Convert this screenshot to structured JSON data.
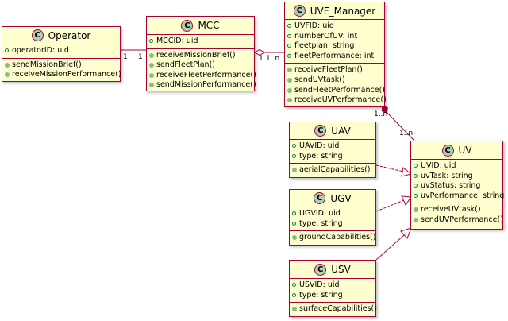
{
  "classes": {
    "operator": {
      "badge": "C",
      "name": "Operator",
      "fields": [
        "operatorID: uid"
      ],
      "methods": [
        "sendMissionBrief()",
        "receiveMissionPerformance()"
      ]
    },
    "mcc": {
      "badge": "C",
      "name": "MCC",
      "fields": [
        "MCCID: uid"
      ],
      "methods": [
        "receiveMissionBrief()",
        "sendFleetPlan()",
        "receiveFleetPerformance()",
        "sendMissionPerformance()"
      ]
    },
    "uvf_manager": {
      "badge": "C",
      "name": "UVF_Manager",
      "fields": [
        "UVFID: uid",
        "numberOfUV: int",
        "fleetplan: string",
        "fleetPerformance: int"
      ],
      "methods": [
        "receiveFleetPlan()",
        "sendUVtask()",
        "sendFleetPerformance()",
        "receiveUVPerformance()"
      ]
    },
    "uav": {
      "badge": "C",
      "name": "UAV",
      "fields": [
        "UAVID: uid",
        "type: string"
      ],
      "methods": [
        "aerialCapabilities()"
      ]
    },
    "ugv": {
      "badge": "C",
      "name": "UGV",
      "fields": [
        "UGVID: uid",
        "type: string"
      ],
      "methods": [
        "groundCapabilities()"
      ]
    },
    "usv": {
      "badge": "C",
      "name": "USV",
      "fields": [
        "USVID: uid",
        "type: string"
      ],
      "methods": [
        "surfaceCapabilities()"
      ]
    },
    "uv": {
      "badge": "C",
      "name": "UV",
      "fields": [
        "UVID: uid",
        "uvTask: string",
        "uvStatus: string",
        "uvPerformance: string"
      ],
      "methods": [
        "receiveUVtask()",
        "sendUVPerformance()"
      ]
    }
  },
  "multiplicities": {
    "operator_end": "1",
    "mcc_left_end": "1",
    "mcc_right_end": "1",
    "uvf_left_end": "1..n",
    "uvf_bottom_end": "1..n",
    "uv_top_end": "1..n"
  },
  "colors": {
    "class_fill": "#fefece",
    "class_border": "#a80036",
    "badge_fill": "#add1b2",
    "field_marker": "#038048",
    "method_marker": "#84be84"
  },
  "relationships": [
    {
      "from": "Operator",
      "to": "MCC",
      "kind": "association"
    },
    {
      "from": "MCC",
      "to": "UVF_Manager",
      "kind": "aggregation"
    },
    {
      "from": "UVF_Manager",
      "to": "UV",
      "kind": "composition"
    },
    {
      "from": "UAV",
      "to": "UV",
      "kind": "realization"
    },
    {
      "from": "UGV",
      "to": "UV",
      "kind": "realization"
    },
    {
      "from": "USV",
      "to": "UV",
      "kind": "generalization"
    }
  ]
}
